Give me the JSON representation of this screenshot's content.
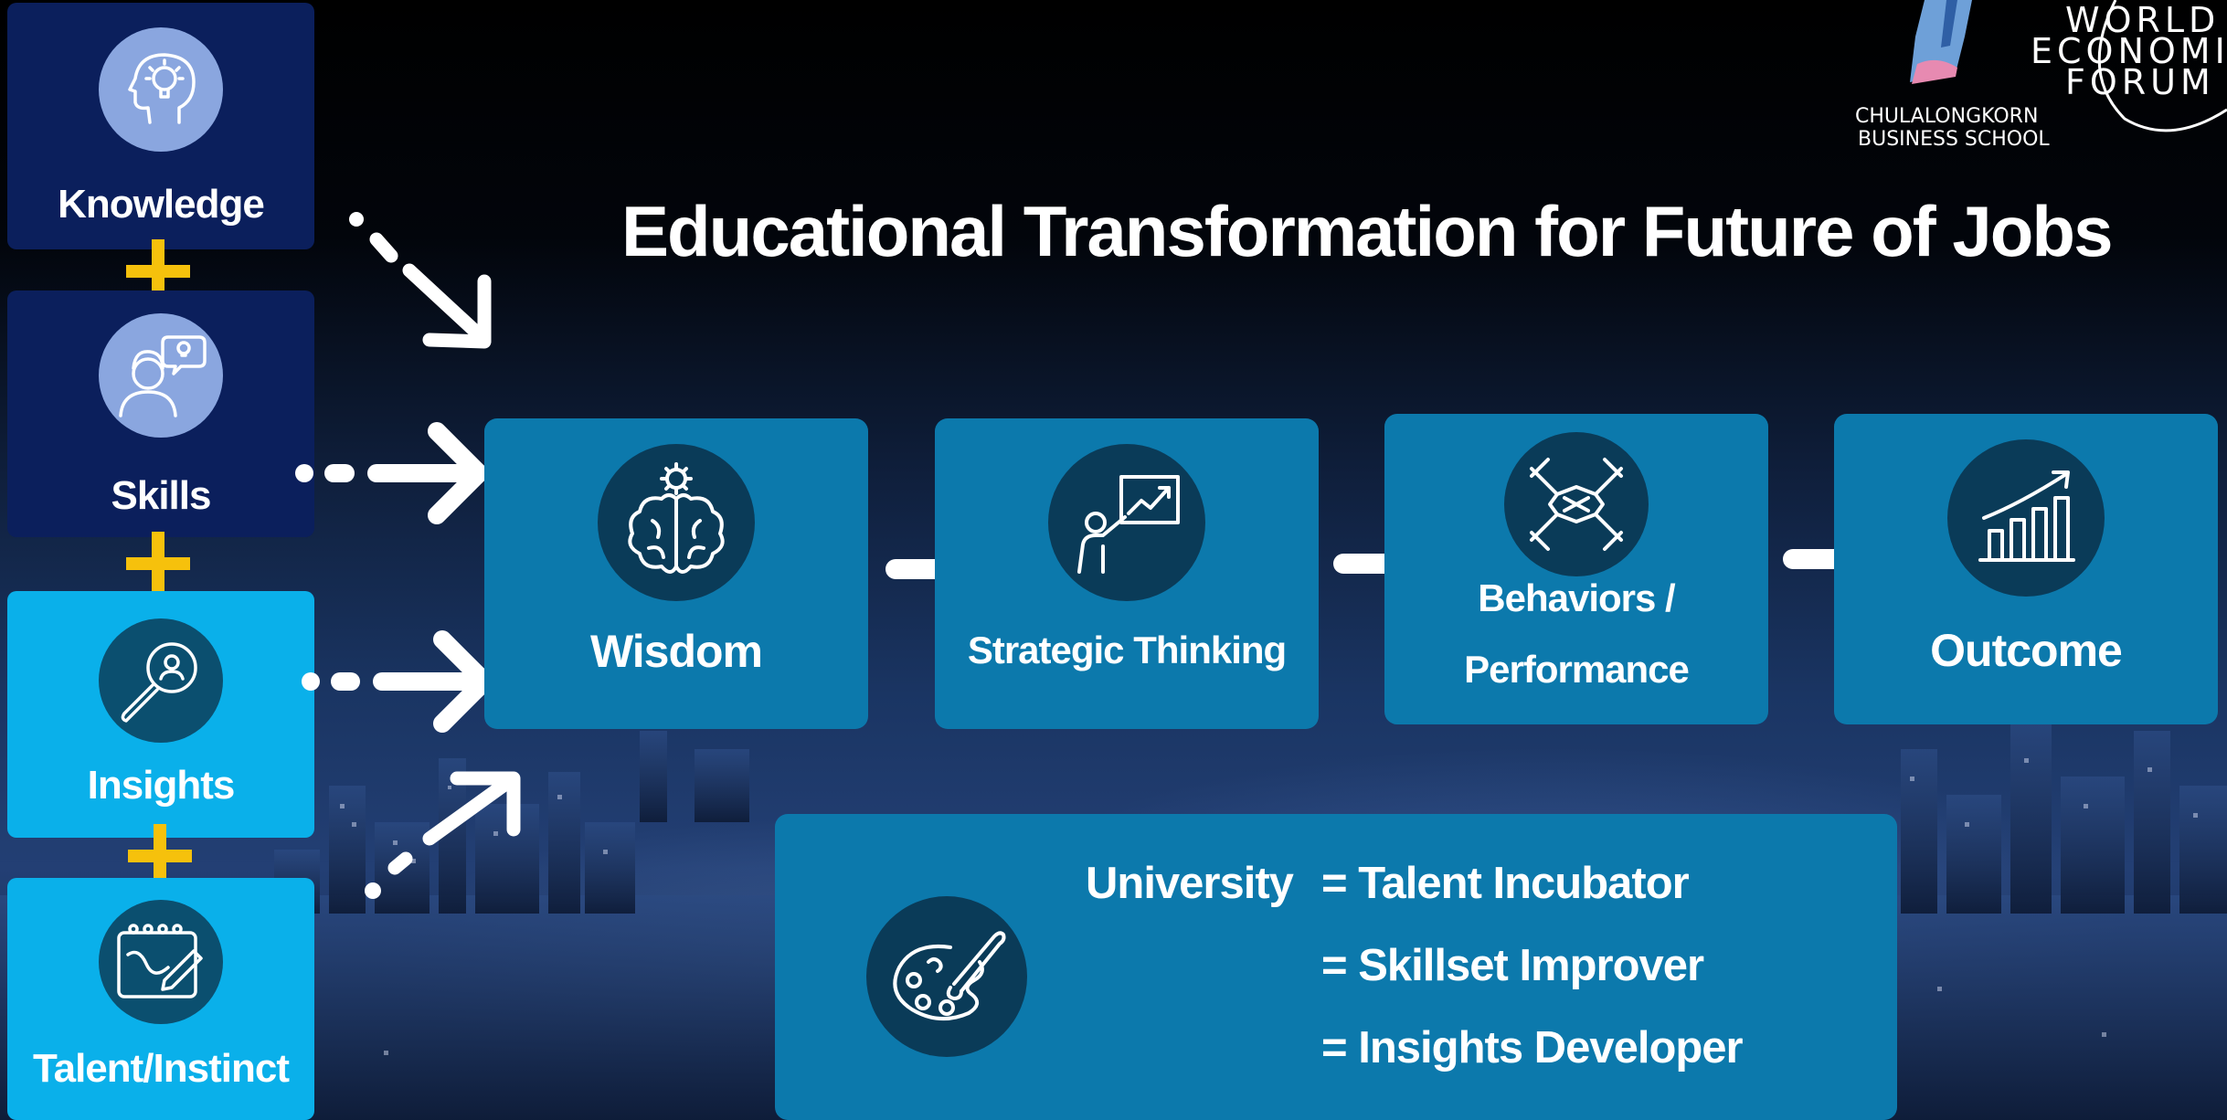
{
  "title": "Educational Transformation for Future of Jobs",
  "logos": {
    "chula": [
      "CHULALONGKORN",
      "BUSINESS SCHOOL"
    ],
    "wef": [
      "WORLD",
      "ECONOMIC",
      "FORUM"
    ]
  },
  "inputs": [
    {
      "label": "Knowledge",
      "icon": "head-lightbulb-icon"
    },
    {
      "label": "Skills",
      "icon": "person-idea-bubble-icon"
    },
    {
      "label": "Insights",
      "icon": "magnifier-person-icon"
    },
    {
      "label": "Talent/Instinct",
      "icon": "notepad-pencil-icon"
    }
  ],
  "flow": [
    {
      "label": "Wisdom",
      "icon": "brain-gear-icon"
    },
    {
      "label": "Strategic Thinking",
      "icon": "presenter-chart-icon"
    },
    {
      "label_line1": "Behaviors /",
      "label_line2": "Performance",
      "icon": "joined-hands-icon"
    },
    {
      "label": "Outcome",
      "icon": "growth-chart-icon"
    }
  ],
  "university": {
    "subject": "University",
    "roles": [
      "= Talent Incubator",
      "=  Skillset Improver",
      "=  Insights Developer"
    ],
    "icon": "palette-brush-icon"
  },
  "colors": {
    "dark_box": "#0b1f5c",
    "light_box": "#0ab0ea",
    "flow_box": "#0c79ac",
    "plus": "#f6c10c"
  }
}
